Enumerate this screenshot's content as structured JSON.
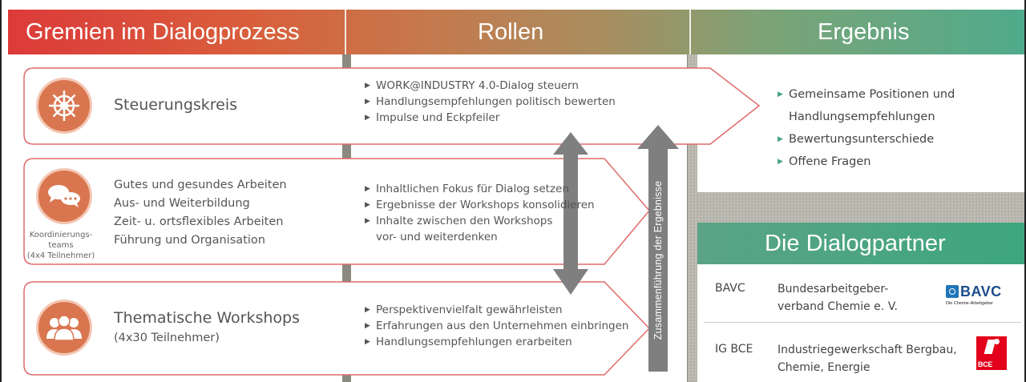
{
  "header": {
    "col1_title": "Gremien im Dialogprozess",
    "col2_title": "Rollen",
    "col3_title": "Ergebnis"
  },
  "rows": [
    {
      "icon": "ship-wheel-icon",
      "title": "Steuerungskreis",
      "roles": [
        "WORK@INDUSTRY 4.0-Dialog steuern",
        "Handlungsempfehlungen politisch bewerten",
        "Impulse und Eckpfeiler"
      ]
    },
    {
      "icon": "speech-bubbles-icon",
      "topics": [
        "Gutes und gesundes Arbeiten",
        "Aus- und Weiterbildung",
        "Zeit- u. ortsflexibles Arbeiten",
        "Führung und Organisation"
      ],
      "caption_line1": "Koordinierungs-",
      "caption_line2": "teams",
      "caption_line3": "(4x4 Teilnehmer)",
      "roles": [
        "Inhaltlichen Fokus für Dialog setzen",
        "Ergebnisse der Workshops konsolidieren",
        "Inhalte zwischen den Workshops",
        "vor- und weiterdenken"
      ]
    },
    {
      "icon": "people-group-icon",
      "title": "Thematische Workshops",
      "subtitle": "(4x30 Teilnehmer)",
      "roles": [
        "Perspektivenvielfalt gewährleisten",
        "Erfahrungen aus den Unternehmen einbringen",
        "Handlungsempfehlungen erarbeiten"
      ]
    }
  ],
  "merge_arrow_label": "Zusammenführung der Ergebnisse",
  "results": [
    "Gemeinsame Positionen und",
    "Handlungsempfehlungen",
    "Bewertungsunterschiede",
    "Offene Fragen"
  ],
  "partners": {
    "title": "Die Dialogpartner",
    "items": [
      {
        "abbr": "BAVC",
        "name_line1": "Bundesarbeitgeber-",
        "name_line2": "verband Chemie e. V.",
        "logo_word": "BAVC",
        "logo_sub": "Die Chemie-Arbeitgeber"
      },
      {
        "abbr": "IG BCE",
        "name_line1": "Industriegewerkschaft Bergbau,",
        "name_line2": "Chemie, Energie",
        "logo_word": "BCE"
      }
    ]
  },
  "colors": {
    "header_red": "#dc3a3a",
    "header_green": "#4fab8c",
    "circle": "#d97650",
    "outline_red": "#e06a6a",
    "arrow_gray": "#7f7f7f"
  }
}
